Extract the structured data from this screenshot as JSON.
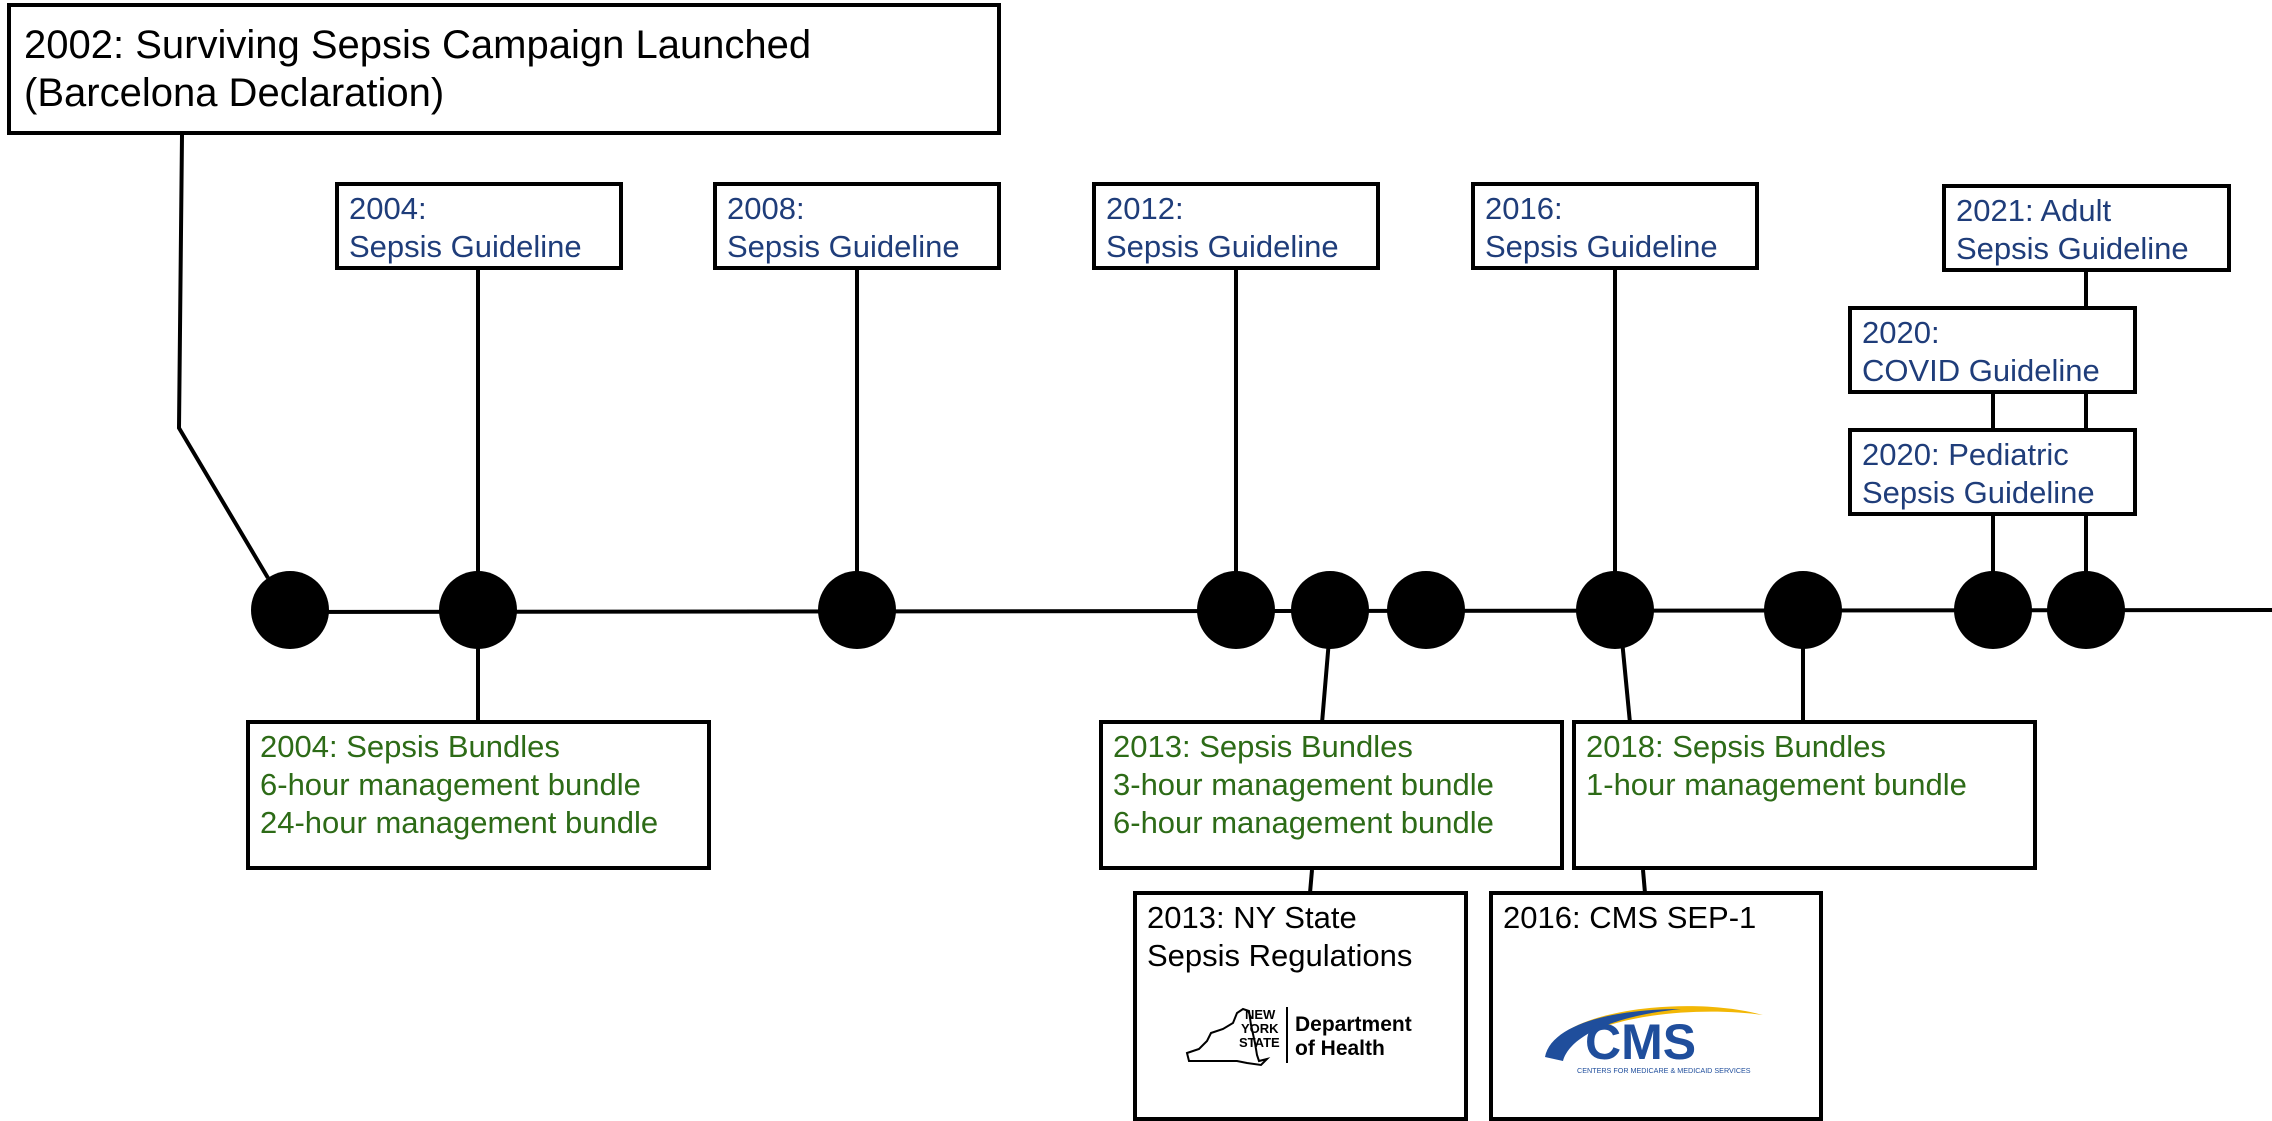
{
  "milestones": {
    "m2002": [
      "2002: Surviving Sepsis Campaign Launched",
      "(Barcelona Declaration)"
    ],
    "g2004": [
      "2004:",
      "Sepsis Guideline"
    ],
    "g2008": [
      "2008:",
      "Sepsis Guideline"
    ],
    "g2012": [
      "2012:",
      "Sepsis Guideline"
    ],
    "g2016": [
      "2016:",
      "Sepsis Guideline"
    ],
    "g2021": [
      "2021: Adult",
      "Sepsis Guideline"
    ],
    "g2020covid": [
      "2020:",
      "COVID Guideline"
    ],
    "g2020ped": [
      "2020: Pediatric",
      "Sepsis Guideline"
    ],
    "b2004": [
      "2004: Sepsis Bundles",
      "6-hour management bundle",
      "24-hour management bundle"
    ],
    "b2013": [
      "2013: Sepsis Bundles",
      "3-hour management bundle",
      "6-hour management bundle"
    ],
    "b2018": [
      "2018: Sepsis Bundles",
      "1-hour management bundle"
    ],
    "ny2013": [
      "2013: NY State",
      "Sepsis Regulations"
    ],
    "cms2016": [
      "2016: CMS SEP-1"
    ]
  },
  "logos": {
    "nys": {
      "name": "nys-department-of-health-logo",
      "line1": "NEW",
      "line2": "YORK",
      "line3": "STATE",
      "dept1": "Department",
      "dept2": "of Health"
    },
    "cms": {
      "name": "cms-logo",
      "text": "CMS",
      "subtitle": "CENTERS FOR MEDICARE & MEDICAID SERVICES",
      "arc_color": "#f2b705",
      "text_color": "#1f4e9c"
    }
  },
  "colors": {
    "guideline": "#1f3d7a",
    "bundle": "#2d6b17",
    "policy": "#000000",
    "node": "#000000"
  }
}
